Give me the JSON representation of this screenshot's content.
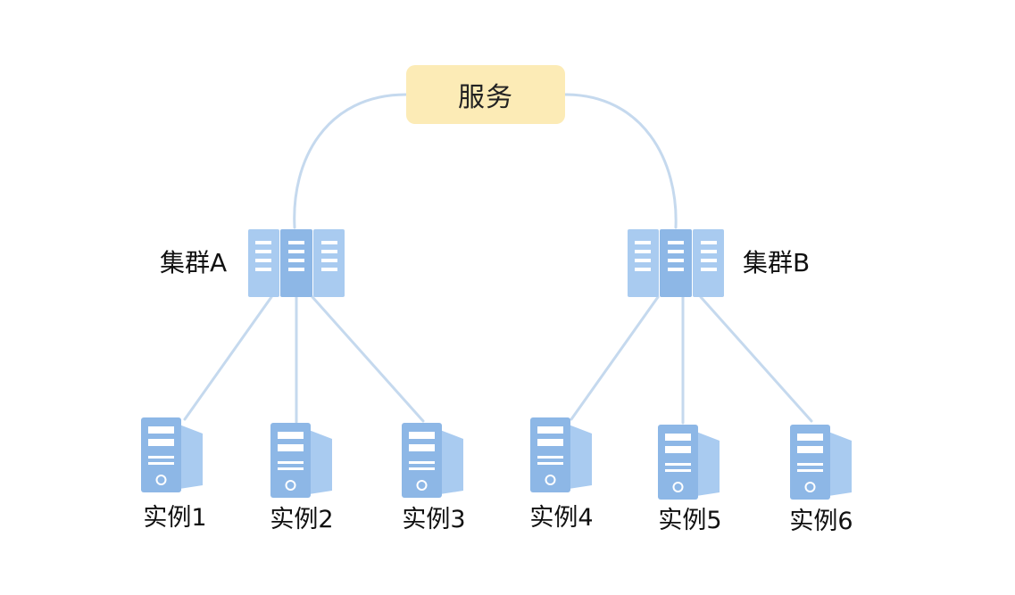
{
  "colors": {
    "service_fill": "#FCEBB6",
    "line": "#C5D9EE",
    "icon_fill": "#A9CBF0",
    "icon_dark": "#8DB7E6",
    "icon_detail": "#FFFFFF"
  },
  "service": {
    "label": "服务"
  },
  "clusters": [
    {
      "label": "集群A",
      "icon": "server-rack-icon"
    },
    {
      "label": "集群B",
      "icon": "server-rack-icon"
    }
  ],
  "instances": [
    {
      "label": "实例1",
      "icon": "server-tower-icon"
    },
    {
      "label": "实例2",
      "icon": "server-tower-icon"
    },
    {
      "label": "实例3",
      "icon": "server-tower-icon"
    },
    {
      "label": "实例4",
      "icon": "server-tower-icon"
    },
    {
      "label": "实例5",
      "icon": "server-tower-icon"
    },
    {
      "label": "实例6",
      "icon": "server-tower-icon"
    }
  ]
}
